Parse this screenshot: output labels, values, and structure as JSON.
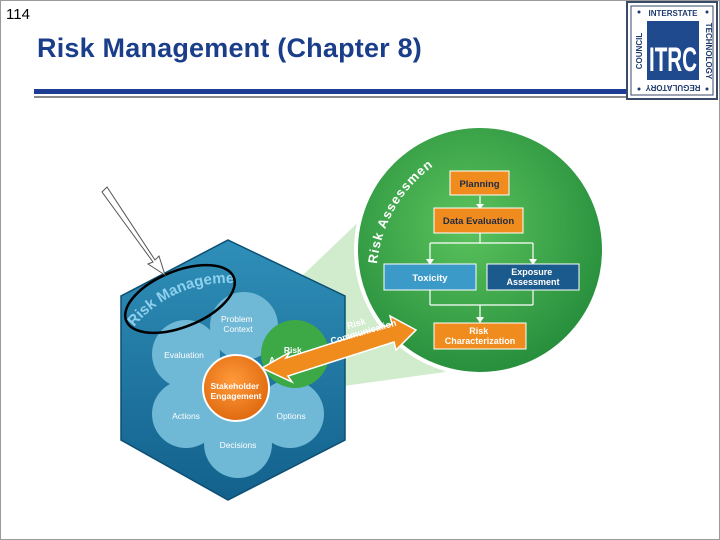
{
  "slide": {
    "number": "114",
    "title": "Risk Management (Chapter 8)"
  },
  "logo": {
    "letters": "ITRC",
    "top_text": "INTERSTATE",
    "right_text": "TECHNOLOGY",
    "left_text": "COUNCIL",
    "bottom_text": "REGULATORY"
  },
  "hexagon": {
    "curved_label": "Risk Management",
    "petals": {
      "problem_context": [
        "Problem",
        "Context"
      ],
      "evaluation": "Evaluation",
      "actions": "Actions",
      "decisions": "Decisions",
      "options": "Options"
    },
    "center": [
      "Stakeholder",
      "Engagement"
    ],
    "risk_assessment_petal": [
      "Risk",
      "Assessment"
    ]
  },
  "arrow_label": [
    "Risk",
    "Communication"
  ],
  "circle": {
    "curved_label": "Risk Assessment",
    "boxes": {
      "planning": "Planning",
      "data_evaluation": "Data Evaluation",
      "toxicity": "Toxicity",
      "exposure": [
        "Exposure",
        "Assessment"
      ],
      "characterization": [
        "Risk",
        "Characterization"
      ]
    }
  },
  "colors": {
    "title": "#1a3e8a",
    "rule_blue": "#1d3d94",
    "hexagon": "#1e7aa3",
    "petal": "#6fb8d6",
    "stakeholder": "#f07d1a",
    "circle_green": "#3aa84a",
    "flow_orange": "#f08c1e",
    "toxicity_blue": "#3b9ac8",
    "exposure_navy": "#1b5a8c"
  }
}
